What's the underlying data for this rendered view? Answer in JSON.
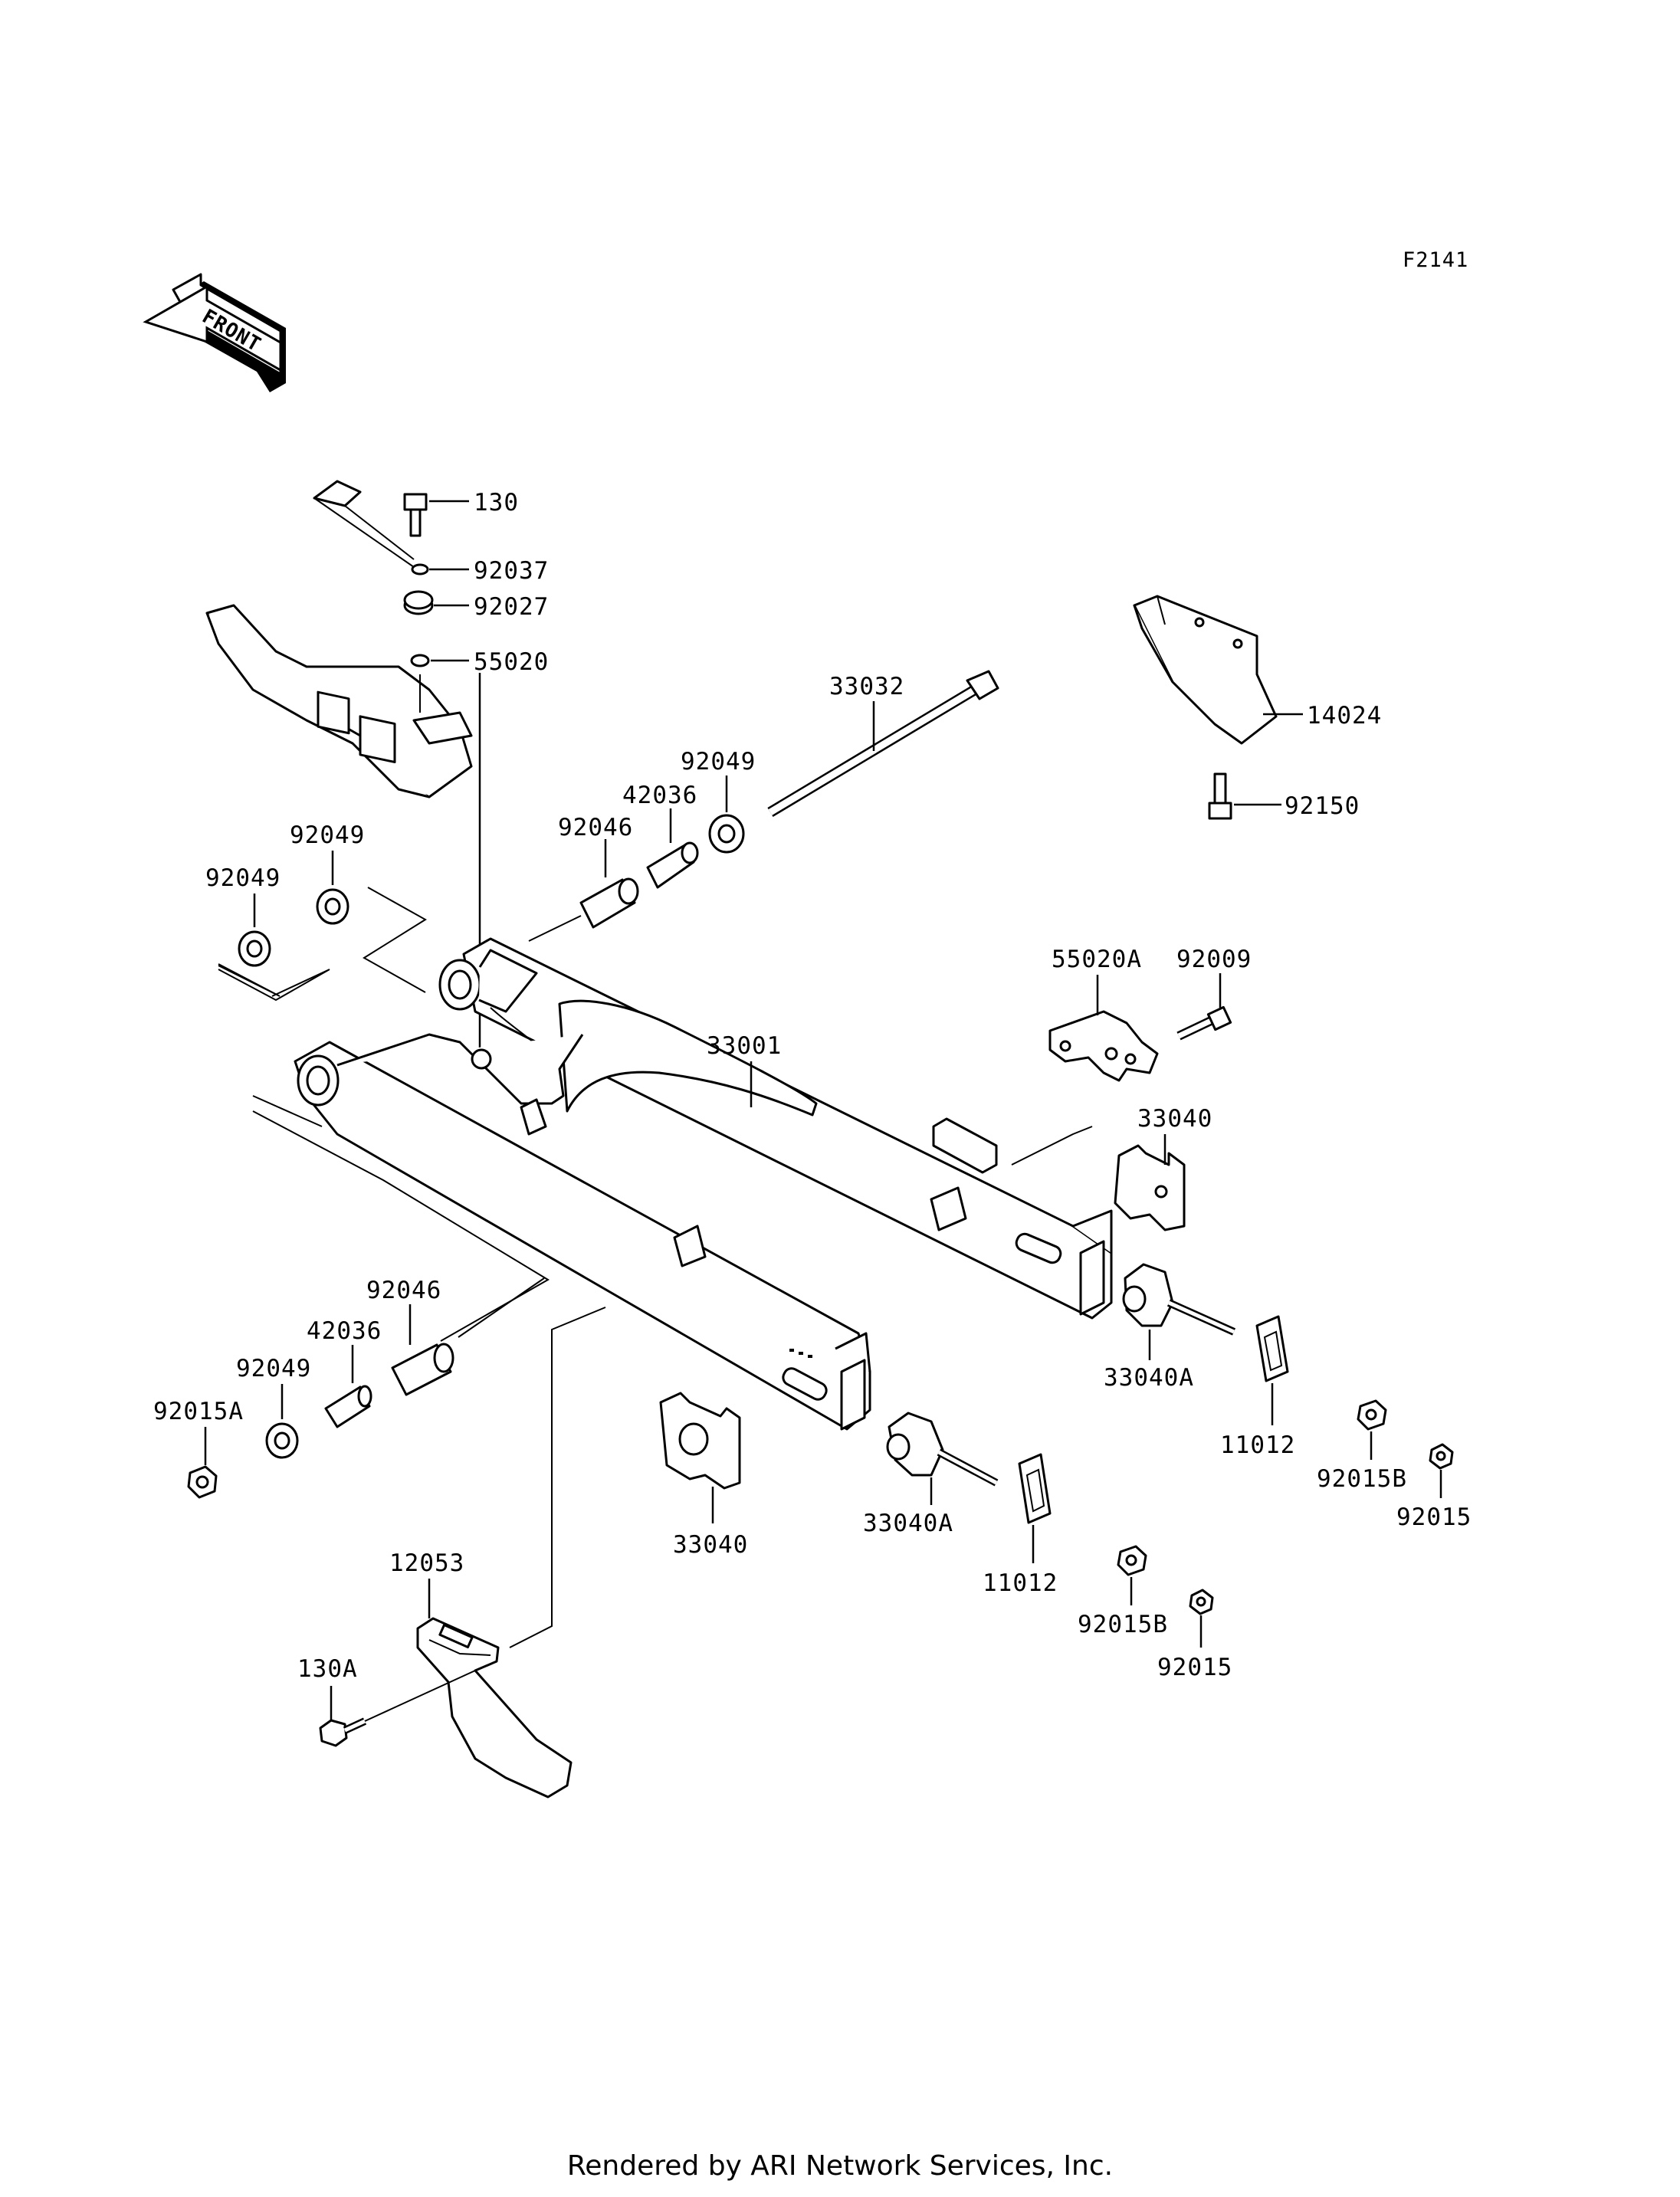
{
  "figure_id": "F2141",
  "front_label": "FRONT",
  "footer": "Rendered by ARI Network Services, Inc.",
  "parts": {
    "p130": "130",
    "p92037": "92037",
    "p92027": "92027",
    "p55020": "55020",
    "p33032": "33032",
    "p14024": "14024",
    "p92150": "92150",
    "p92049_a": "92049",
    "p42036_a": "42036",
    "p92046_a": "92046",
    "p92049_b": "92049",
    "p92049_c": "92049",
    "p55020A": "55020A",
    "p92009": "92009",
    "p33001": "33001",
    "p33040_a": "33040",
    "p92046_b": "92046",
    "p42036_b": "42036",
    "p92049_d": "92049",
    "p92015A": "92015A",
    "p33040A_a": "33040A",
    "p11012_a": "11012",
    "p92015B_a": "92015B",
    "p92015_a": "92015",
    "p33040_b": "33040",
    "p33040A_b": "33040A",
    "p11012_b": "11012",
    "p12053": "12053",
    "p130A": "130A",
    "p92015B_b": "92015B",
    "p92015_b": "92015"
  }
}
